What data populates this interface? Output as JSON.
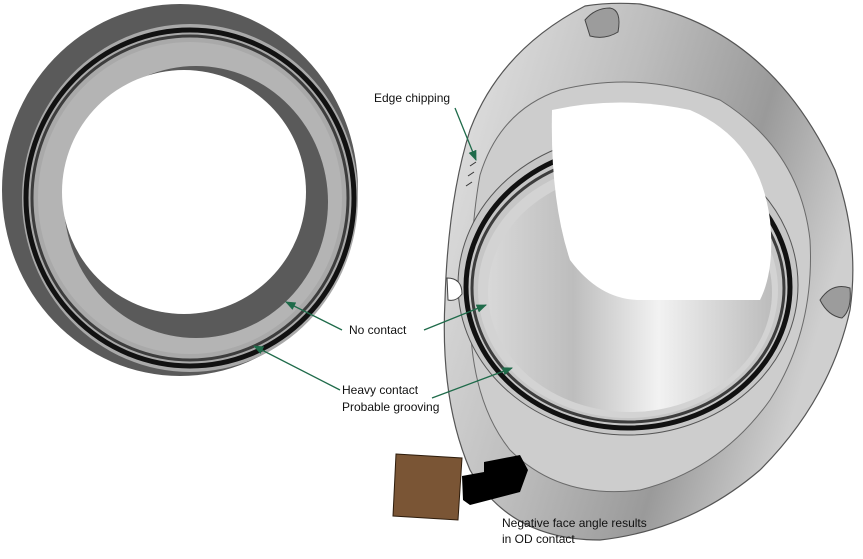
{
  "labels": {
    "edge_chipping": "Edge chipping",
    "no_contact": "No contact",
    "heavy_contact_line1": "Heavy contact",
    "heavy_contact_line2": "Probable grooving",
    "negative_face_line1": "Negative face angle results",
    "negative_face_line2": "in OD contact"
  },
  "colors": {
    "arrow": "#1f6b4a",
    "ring_dark": "#555555",
    "ring_light": "#a8a8a8",
    "seal_brown": "#7a5535",
    "seat_black": "#000000"
  }
}
